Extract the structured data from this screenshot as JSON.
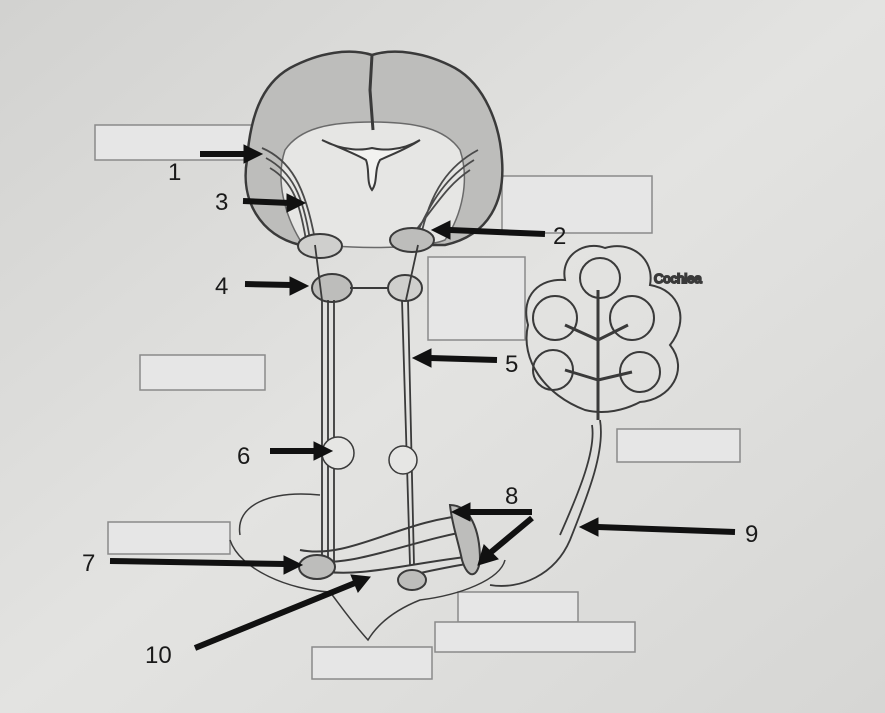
{
  "diagram": {
    "caption": "Cochlea",
    "labels": [
      "1",
      "2",
      "3",
      "4",
      "5",
      "6",
      "7",
      "8",
      "9",
      "10"
    ],
    "answer_boxes": [
      "",
      "",
      "",
      "",
      "",
      "",
      "",
      "",
      ""
    ],
    "colors": {
      "background": "#dcdcda",
      "line": "#3a3a3a",
      "arrow": "#111111",
      "cortex_fill": "#bdbdbb",
      "box_fill": "#e6e6e6",
      "box_stroke": "#8a8a8a"
    }
  }
}
